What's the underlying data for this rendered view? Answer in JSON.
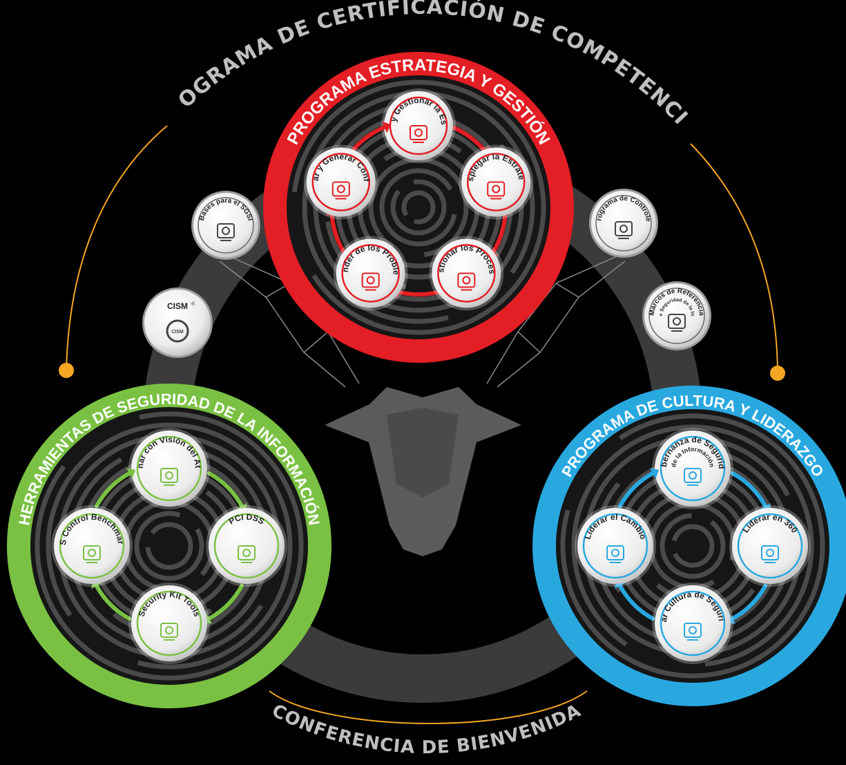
{
  "outer": {
    "top_title": "PROGRAMA DE CERTIFICACIÓN DE COMPETENCIAS",
    "bottom_title": "CONFERENCIA DE BIENVENIDA"
  },
  "colors": {
    "red": "#e31e24",
    "green": "#7ac143",
    "blue": "#29a8e0",
    "orange": "#f5a623",
    "ring_gray": "#3b3b3b"
  },
  "side_badges": {
    "bases": {
      "label": "Bases para el SGSI",
      "icon": "gear-cycle-icon"
    },
    "cism": {
      "label": "CISM",
      "mark": "®",
      "inner": "CISM",
      "icon": "cism-badge-icon"
    },
    "controles": {
      "label": "Programa de Controles",
      "icon": "sliders-icon"
    },
    "marcos": {
      "label": "Marcos de Referencia",
      "sublabel": "de Seguridad de la Inf.",
      "icon": "book-icon"
    }
  },
  "programs": {
    "estrategia": {
      "title": "PROGRAMA ESTRATEGIA Y GESTIÓN",
      "nodes": [
        {
          "label": "Diseñar y Gestionar la Estrategia",
          "icon": "strategy-icon"
        },
        {
          "label": "Desplegar la Estrategia",
          "icon": "rocket-icon"
        },
        {
          "label": "Gestionar los Procesos",
          "icon": "brain-gear-icon"
        },
        {
          "label": "Aprender de los Problemas",
          "icon": "clipboard-search-icon"
        },
        {
          "label": "Auditar y Generar Confianza",
          "icon": "people-check-icon"
        }
      ]
    },
    "herramientas": {
      "title": "HERRAMIENTAS DE SEGURIDAD DE LA INFORMACIÓN",
      "nodes": [
        {
          "label": "Gestionar con Visión del Atacante",
          "icon": "hacker-icon"
        },
        {
          "label": "PCI DSS",
          "icon": "card-payment-icon"
        },
        {
          "label": "Security Kit Tools",
          "icon": "secure-folder-icon"
        },
        {
          "label": "CIS Control Benchmarks",
          "icon": "chip-network-icon"
        }
      ]
    },
    "cultura": {
      "title": "PROGRAMA DE CULTURA Y LIDERAZGO",
      "nodes": [
        {
          "label": "Gobernanza de Seguridad",
          "sublabel": "de la Información",
          "icon": "capitol-icon"
        },
        {
          "label": "Liderar en 360",
          "icon": "team-icon"
        },
        {
          "label": "Crear Cultura de Seguridad",
          "icon": "secure-folder-icon"
        },
        {
          "label": "Liderar el Cambio",
          "icon": "exchange-people-icon"
        }
      ]
    }
  }
}
